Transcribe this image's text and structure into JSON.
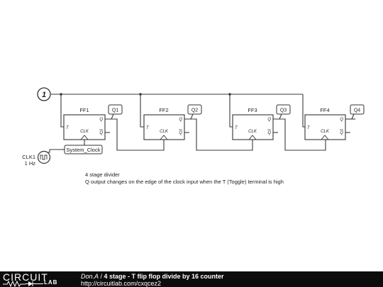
{
  "input_node": {
    "label": "1"
  },
  "flipflops": [
    {
      "name": "FF1",
      "t": "T",
      "q": "Q",
      "qbar": "Q",
      "clk": "CLK",
      "output": "Q1"
    },
    {
      "name": "FF2",
      "t": "T",
      "q": "Q",
      "qbar": "Q",
      "clk": "CLK",
      "output": "Q2"
    },
    {
      "name": "FF3",
      "t": "T",
      "q": "Q",
      "qbar": "Q",
      "clk": "CLK",
      "output": "Q3"
    },
    {
      "name": "FF4",
      "t": "T",
      "q": "Q",
      "qbar": "Q",
      "clk": "CLK",
      "output": "Q4"
    }
  ],
  "clock_net": {
    "label": "System_Clock"
  },
  "clock_source": {
    "name": "CLK1",
    "freq": "1 Hz"
  },
  "notes": {
    "line1": "4 stage divider",
    "line2": "Q output changes on the edge of the clock input when the T (Toggle) terminal is high"
  },
  "footer": {
    "logo_top": "CIRCUIT",
    "logo_bottom": "LAB",
    "author": "Don.A",
    "separator": " / ",
    "title": "4 stage - T flip flop divide by 16 counter",
    "url": "http://circuitlab.com/cxqcez2"
  }
}
